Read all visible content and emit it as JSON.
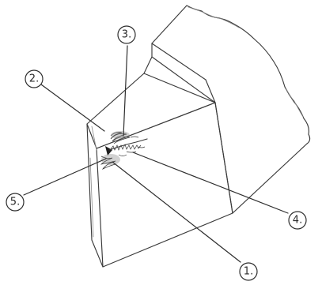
{
  "callouts": [
    {
      "id": "1",
      "label": "1."
    },
    {
      "id": "2",
      "label": "2."
    },
    {
      "id": "3",
      "label": "3."
    },
    {
      "id": "4",
      "label": "4."
    },
    {
      "id": "5",
      "label": "5."
    }
  ],
  "colors": {
    "ink": "#3a3a3a",
    "paper": "#ffffff"
  }
}
